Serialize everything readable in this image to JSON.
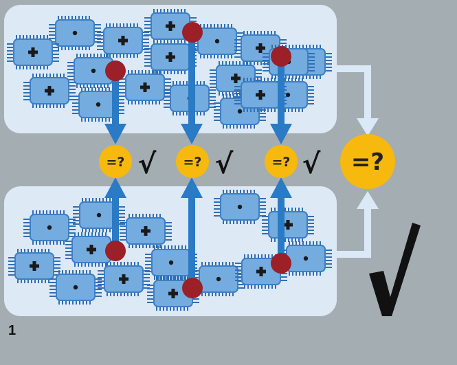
{
  "figure": {
    "label": "1",
    "comparison_symbol": "=?",
    "check_symbol": "√",
    "colors": {
      "background": "#a4adb2",
      "panel": "#dde9f5",
      "chip_fill": "#74acdf",
      "chip_border": "#3d7fc4",
      "pin": "#2f6fb7",
      "probe": "#9b2027",
      "arrow": "#2a7ac5",
      "connector": "#dbe8f6",
      "badge": "#f7b90d",
      "check": "#111111"
    },
    "chip_types": [
      "plus",
      "dot"
    ],
    "top_group": {
      "chips": [
        "dot",
        "plus",
        "plus",
        "plus",
        "dot",
        "dot",
        "plus",
        "dot",
        "plus",
        "plus",
        "dot",
        "plus",
        "dot",
        "plus",
        "dot",
        "dot",
        "plus",
        "dot"
      ],
      "probes": 3
    },
    "bottom_group": {
      "chips": [
        "dot",
        "dot",
        "plus",
        "plus",
        "plus",
        "dot",
        "plus",
        "dot",
        "plus",
        "dot",
        "plus",
        "dot",
        "plus",
        "dot"
      ],
      "probes": 3
    },
    "local_checks": [
      {
        "symbol": "=?",
        "check": "√"
      },
      {
        "symbol": "=?",
        "check": "√"
      },
      {
        "symbol": "=?",
        "check": "√"
      }
    ],
    "global_check": {
      "symbol": "=?",
      "check": "√"
    }
  }
}
